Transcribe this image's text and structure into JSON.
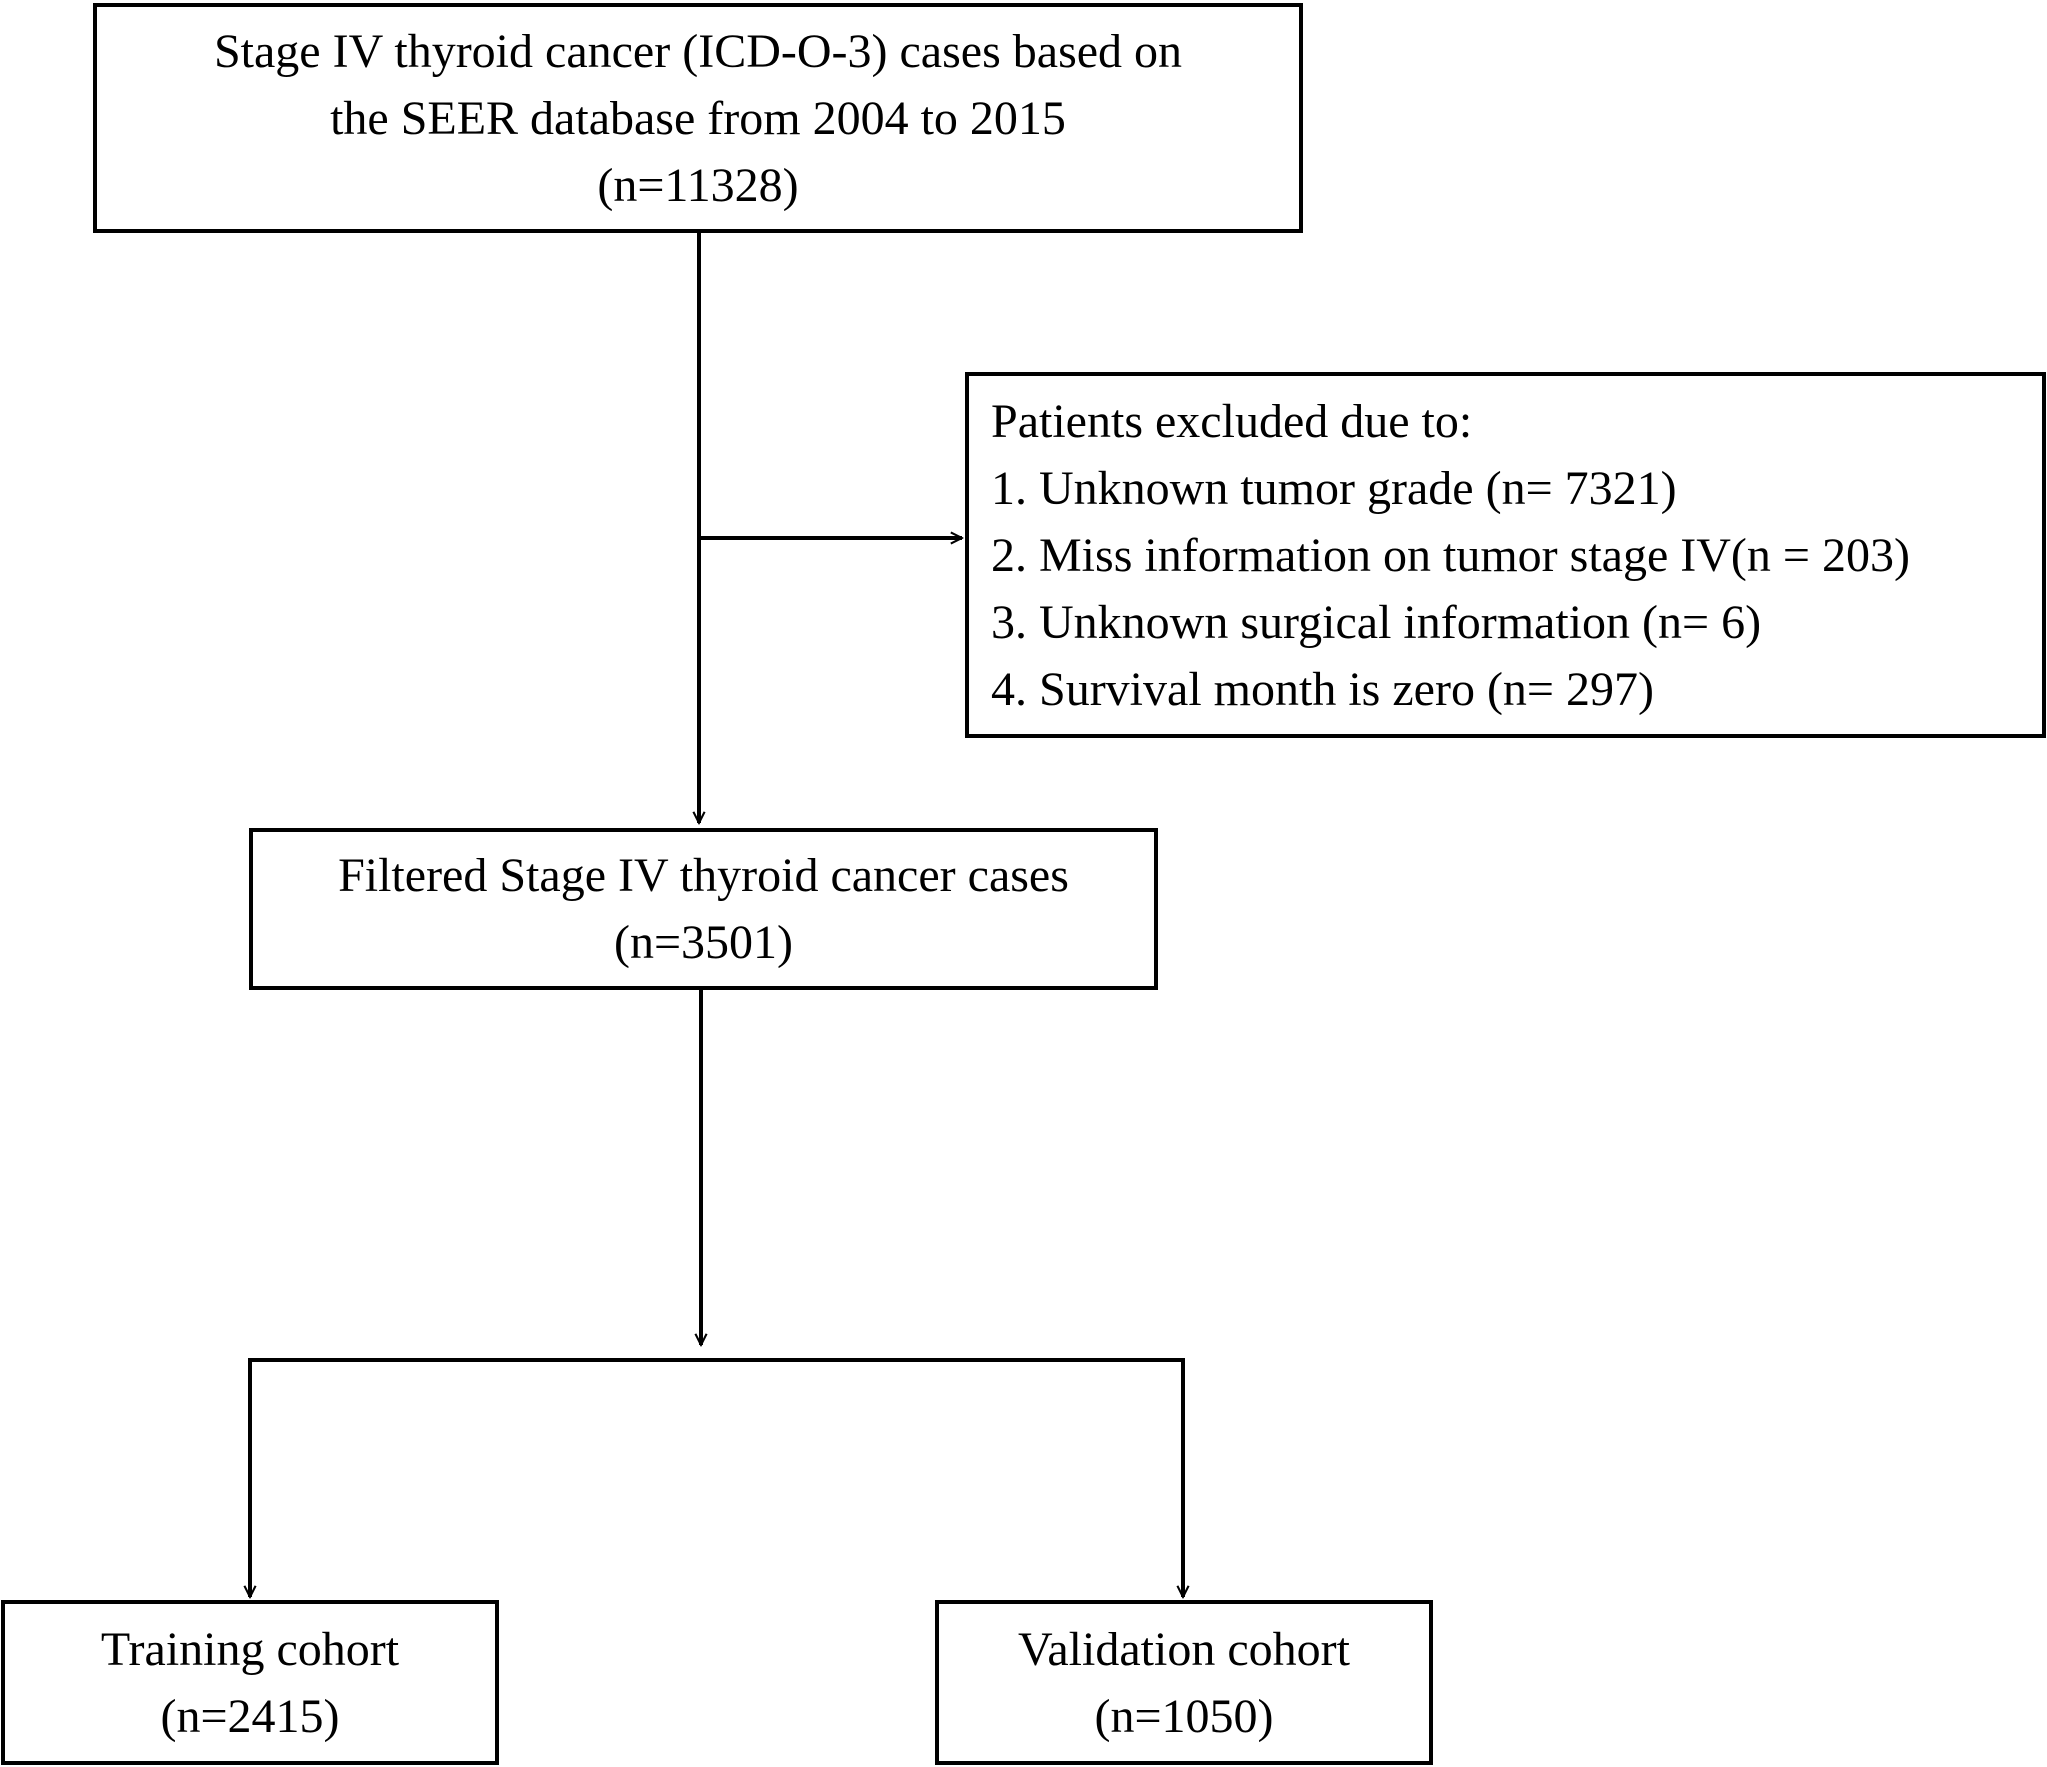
{
  "boxes": {
    "source": {
      "lines": [
        "Stage IV thyroid cancer (ICD-O-3) cases based on",
        "the SEER database from 2004 to 2015",
        "(n=11328)"
      ]
    },
    "excluded": {
      "lines": [
        "Patients excluded due to:",
        "1. Unknown tumor grade (n= 7321)",
        "2. Miss information on tumor stage IV(n = 203)",
        "3. Unknown surgical information (n= 6)",
        "4. Survival month is zero (n= 297)"
      ]
    },
    "filtered": {
      "lines": [
        "Filtered Stage IV thyroid cancer cases",
        "(n=3501)"
      ]
    },
    "training": {
      "lines": [
        "Training cohort",
        "(n=2415)"
      ]
    },
    "validation": {
      "lines": [
        "Validation cohort",
        "(n=1050)"
      ]
    }
  }
}
